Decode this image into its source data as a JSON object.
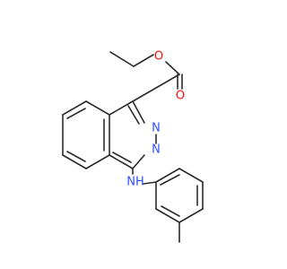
{
  "molecule": {
    "atoms": [
      {
        "id": "O_ether",
        "label": "O",
        "color": "#ff0d0d"
      },
      {
        "id": "O_carbonyl",
        "label": "O",
        "color": "#ff0d0d"
      },
      {
        "id": "N2",
        "label": "N",
        "color": "#3050f8"
      },
      {
        "id": "N3",
        "label": "N",
        "color": "#3050f8"
      },
      {
        "id": "NH",
        "label": "NH",
        "color": "#3050f8"
      }
    ]
  },
  "colors": {
    "bond": "#2b2b2b",
    "oxygen": "#ff0d0d",
    "nitrogen": "#3050f8",
    "background": "#ffffff"
  }
}
